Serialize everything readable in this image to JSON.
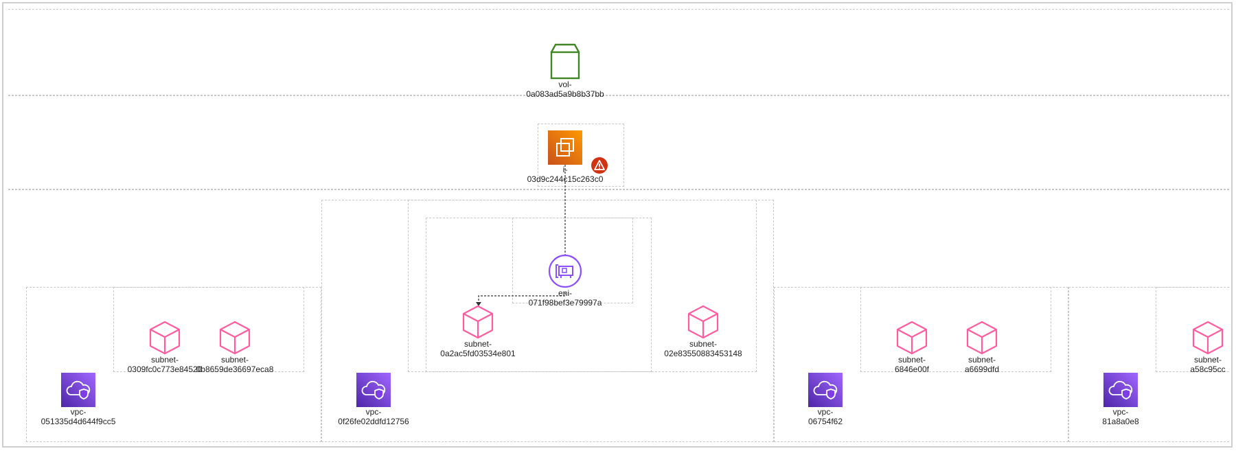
{
  "colors": {
    "storage": "#3f8624",
    "compute": "#ed7100",
    "vpc": "#8c4fff",
    "subnet": "#ff5c9f",
    "eni": "#8c4fff",
    "warning": "#d13212",
    "group_border": "#c8c8c8"
  },
  "volume": {
    "icon": "storage-volume-icon",
    "line1": "vol-",
    "line2": "0a083ad5a9b8b37bb"
  },
  "instance": {
    "icon": "ec2-instance-icon",
    "line1": "i-",
    "line2": "03d9c244c15c263c0",
    "alert_icon": "warning-icon"
  },
  "eni": {
    "icon": "network-interface-icon",
    "line1": "eni-",
    "line2": "071f98bef3e79997a"
  },
  "vpcs": [
    {
      "line1": "vpc-",
      "line2": "051335d4d644f9cc5"
    },
    {
      "line1": "vpc-",
      "line2": "0f26fe02ddfd12756"
    },
    {
      "line1": "vpc-",
      "line2": "06754f62"
    },
    {
      "line1": "vpc-",
      "line2": "81a8a0e8"
    }
  ],
  "subnets": [
    {
      "line1": "subnet-",
      "line2": "0309fc0c773e84520"
    },
    {
      "line1": "subnet-",
      "line2": "0b8659de36697eca8"
    },
    {
      "line1": "subnet-",
      "line2": "0a2ac5fd03534e801"
    },
    {
      "line1": "subnet-",
      "line2": "02e83550883453148"
    },
    {
      "line1": "subnet-",
      "line2": "6846e00f"
    },
    {
      "line1": "subnet-",
      "line2": "a6699dfd"
    },
    {
      "line1": "subnet-",
      "line2": "a58c95cc"
    }
  ]
}
